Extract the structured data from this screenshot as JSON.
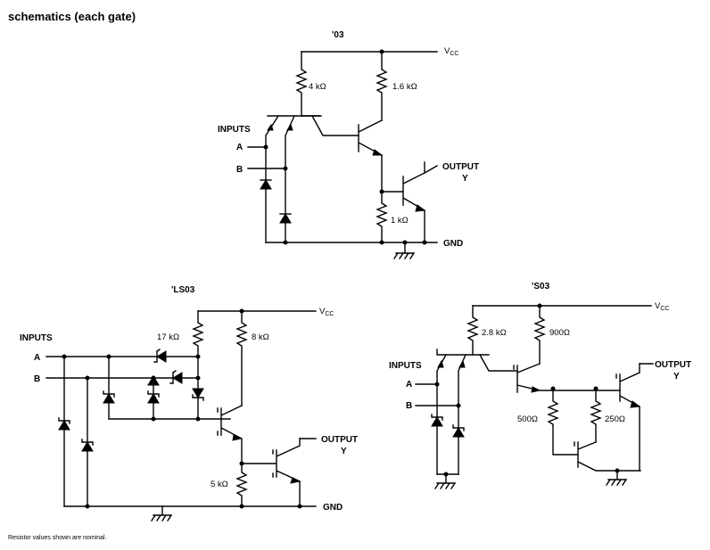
{
  "title": "schematics (each gate)",
  "footnote": "Resistor values shown are nominal.",
  "circuits": {
    "c03": {
      "name": "'03",
      "vcc": "V",
      "vcc_sub": "CC",
      "gnd": "GND",
      "inputs": "INPUTS",
      "in_a": "A",
      "in_b": "B",
      "output": "OUTPUT",
      "output_y": "Y",
      "r1": "4 kΩ",
      "r2": "1.6 kΩ",
      "r3": "1 kΩ"
    },
    "ls03": {
      "name": "'LS03",
      "vcc": "V",
      "vcc_sub": "CC",
      "gnd": "GND",
      "inputs": "INPUTS",
      "in_a": "A",
      "in_b": "B",
      "output": "OUTPUT",
      "output_y": "Y",
      "r1": "17 kΩ",
      "r2": "8 kΩ",
      "r3": "5 kΩ"
    },
    "s03": {
      "name": "'S03",
      "vcc": "V",
      "vcc_sub": "CC",
      "inputs": "INPUTS",
      "in_a": "A",
      "in_b": "B",
      "output": "OUTPUT",
      "output_y": "Y",
      "r1": "2.8 kΩ",
      "r2": "900Ω",
      "r3": "500Ω",
      "r4": "250Ω"
    }
  }
}
